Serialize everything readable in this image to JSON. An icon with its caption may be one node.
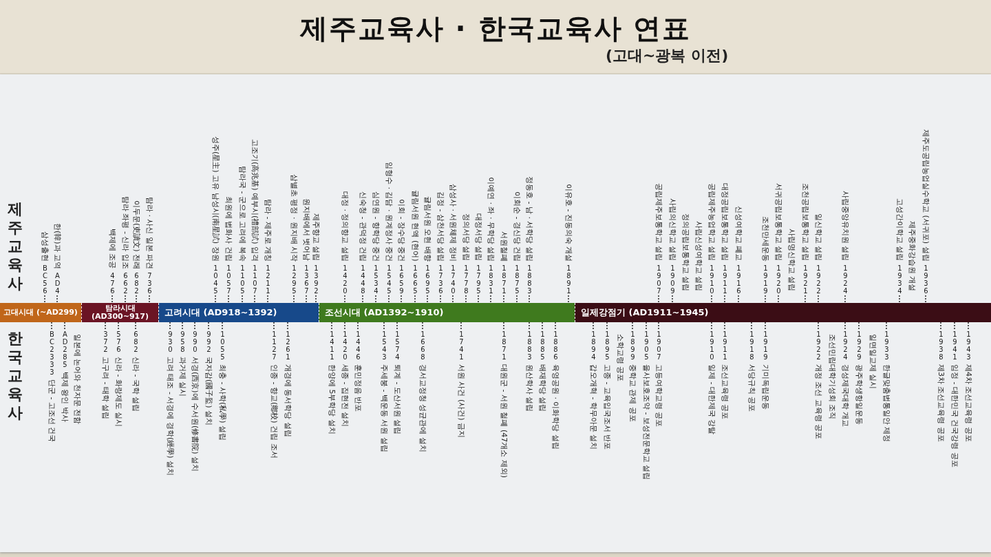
{
  "diagram": {
    "title": "제주교육사 · 한국교육사 연표",
    "nodes": [
      {
        "text": [
          "고대시대 (~AD299)"
        ],
        "beside": [
          "삼성출현",
          "BC56",
          "한(韓)과 교역",
          "AD4",
          "BC2333",
          "단군 - 고조선 건국",
          "AD285",
          "백제 왕인 박사",
          "일본에 논어와 천자문 전함"
        ]
      },
      {
        "text": [
          "탐라시대 (AD300~917)"
        ],
        "beside": [
          "백제에 조공",
          "476",
          "탐라 좌평 - 신라 입조",
          "662",
          "이두문(吏讀文) 전래",
          "682",
          "탐라 · 사신 일본 파견",
          "736",
          "372",
          "고구려 - 태학 설립",
          "576",
          "신라 - 화랑제도 실시",
          "682",
          "신라 - 국학 설립"
        ]
      },
      {
        "text": [
          "고려시대 (AD918~1392)"
        ],
        "beside": [
          "성주(星主) 고유 남성시(南星試) 장원",
          "1045",
          "최원에 법화사 건립",
          "1057",
          "탐라국 - 군으로 고려에 복속",
          "1105",
          "고조기(高兆基) 예부시(禮部試) 입격",
          "1107",
          "탐라 - 제주로 개칭",
          "1211",
          "삼별초 평정 · 원지배 시작",
          "1295",
          "원지배에서 벗어남",
          "1367",
          "제주향교 설립",
          "1392",
          "930",
          "고려 태조 - 서경에 경학(經學) 설치",
          "958",
          "과거제 실시",
          "990",
          "서경(西京)에 수서원(修書院) 설치",
          "992",
          "국자감(國子監) 설치",
          "1055",
          "최충 - 사학(私學) 설립",
          "1127",
          "인종 - 향교(鄕校) 건립 조서",
          "1261",
          "개경에 동서학당 설립"
        ]
      },
      {
        "text": [
          "조선시대 (AD1392~1910)"
        ],
        "beside": [
          "대정 · 정의향교 설립",
          "1420",
          "신숙청 - 관덕정 건립",
          "1448",
          "심연원 - 향학당 중건",
          "1534",
          "임형수 · 김담 · 원계정사 중건",
          "1545",
          "이회 - 장수당 중건",
          "1659",
          "귤림서원 현액 (현어)",
          "1665",
          "귤림서원 오현 배향",
          "1695",
          "김정 - 삼천서당 설립",
          "1736",
          "삼성사 · 서원체제 정비",
          "1740",
          "정의서당 설립",
          "1778",
          "대정서당 설립",
          "1795",
          "이예연 · 좌 · 무학당 설립",
          "1831",
          "서원철폐",
          "1871",
          "이회순 - 경신당 건립",
          "1875",
          "정동호 - 남 · 서학당 설립",
          "1883",
          "이유호 - 진동의숙 개설",
          "1891",
          "1411",
          "한양에 5부학당 설치",
          "1420",
          "세종 - 집현전 설치",
          "1446",
          "훈민정음 반포",
          "1543",
          "주세붕 - 백운동 서원 설립",
          "1574",
          "퇴계 - 도산서원 설립",
          "1668",
          "경서교정청 성균관에 설치",
          "1741",
          "서원 사건 (사건) 금지",
          "1871",
          "대원군 - 서원 철폐 (47개소 제외)",
          "1883",
          "원산학사 설립",
          "1885",
          "배재학당 설립",
          "1886",
          "육영공원 · 이화학당 설립"
        ]
      },
      {
        "text": [
          "일제강점기 (AD1911~1945)"
        ],
        "beside": [
          "공립제주보통학교 설립",
          "1907",
          "사립의신학교 설립",
          "1909",
          "정의공립보통학교 설립",
          "사립신성여학교 설립",
          "공립제주농업학교 설립",
          "1910",
          "대정공립보통학교 설립",
          "1911",
          "신성여학교 폐교",
          "1916",
          "조천만세운동",
          "1919",
          "서귀공립보통학교 설립",
          "1920",
          "사립명신학교 설립",
          "조천공립보통학교 설립",
          "1921",
          "일신학교 설립",
          "1922",
          "사립중앙유치원 설립",
          "1924",
          "고성간이학교 설립",
          "1934",
          "제주중화강습원 개설",
          "제주도공립농업실수학교 (서귀포) 설립",
          "1936",
          "1894",
          "갑오개혁 - 학무아문 설치",
          "1895",
          "고종 - 교육입국조서 반포",
          "소학교령 공포",
          "1899",
          "중학교 관제 공포",
          "1905",
          "을사보호조약 - 보성전문학교 설립",
          "1907",
          "고등여학교령 공포",
          "1910",
          "일제 - 대한제국 강탈",
          "1911",
          "조선교육령 공포",
          "1918",
          "서당규칙 공포",
          "1919",
          "기미독립운동",
          "1922",
          "개정 조선 교육령 공포",
          "조선민립대학기성회 조직",
          "1924",
          "경성제국대학 개교",
          "1929",
          "광주학생항일운동",
          "일면일교제 실시",
          "1933",
          "한글맞춤법통일안 제정",
          "1938",
          "제3차 조선교육령 공포",
          "1941",
          "임정 - 대한민국 건국강령 공포",
          "1943",
          "제4차 조선교육령 공포"
        ]
      }
    ],
    "labels": [
      "(고대~광복 이전)",
      "제주교육사",
      "한국교육사"
    ]
  }
}
